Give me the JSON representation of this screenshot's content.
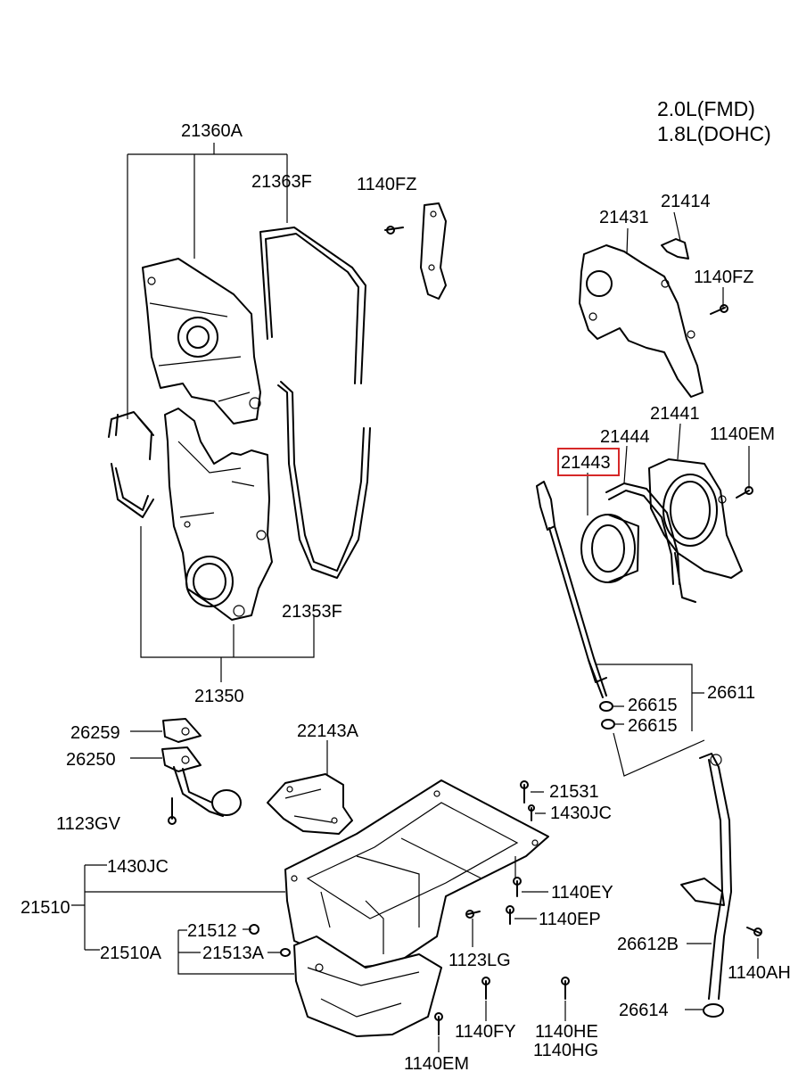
{
  "engine_labels": [
    "2.0L(FMD)",
    "1.8L(DOHC)"
  ],
  "highlighted_part": "21443",
  "colors": {
    "highlight": "#d62828",
    "line": "#000000",
    "background": "#ffffff"
  },
  "part_labels": {
    "p21360A": "21360A",
    "p21363F": "21363F",
    "p1140FZ_a": "1140FZ",
    "p21431": "21431",
    "p21414": "21414",
    "p1140FZ_b": "1140FZ",
    "p21441": "21441",
    "p21444": "21444",
    "p1140EM_a": "1140EM",
    "p21443": "21443",
    "p21353F": "21353F",
    "p21350": "21350",
    "p26611": "26611",
    "p26615_a": "26615",
    "p26615_b": "26615",
    "p26259": "26259",
    "p22143A": "22143A",
    "p26250": "26250",
    "p21531": "21531",
    "p1430JC_a": "1430JC",
    "p1123GV": "1123GV",
    "p1430JC_b": "1430JC",
    "p1140EY": "1140EY",
    "p21510": "21510",
    "p1140EP": "1140EP",
    "p21512": "21512",
    "p21510A": "21510A",
    "p21513A": "21513A",
    "p1123LG": "1123LG",
    "p26612B": "26612B",
    "p1140AH": "1140AH",
    "p26614": "26614",
    "p1140FY": "1140FY",
    "p1140HE": "1140HE",
    "p1140HG": "1140HG",
    "p1140EM_b": "1140EM"
  }
}
